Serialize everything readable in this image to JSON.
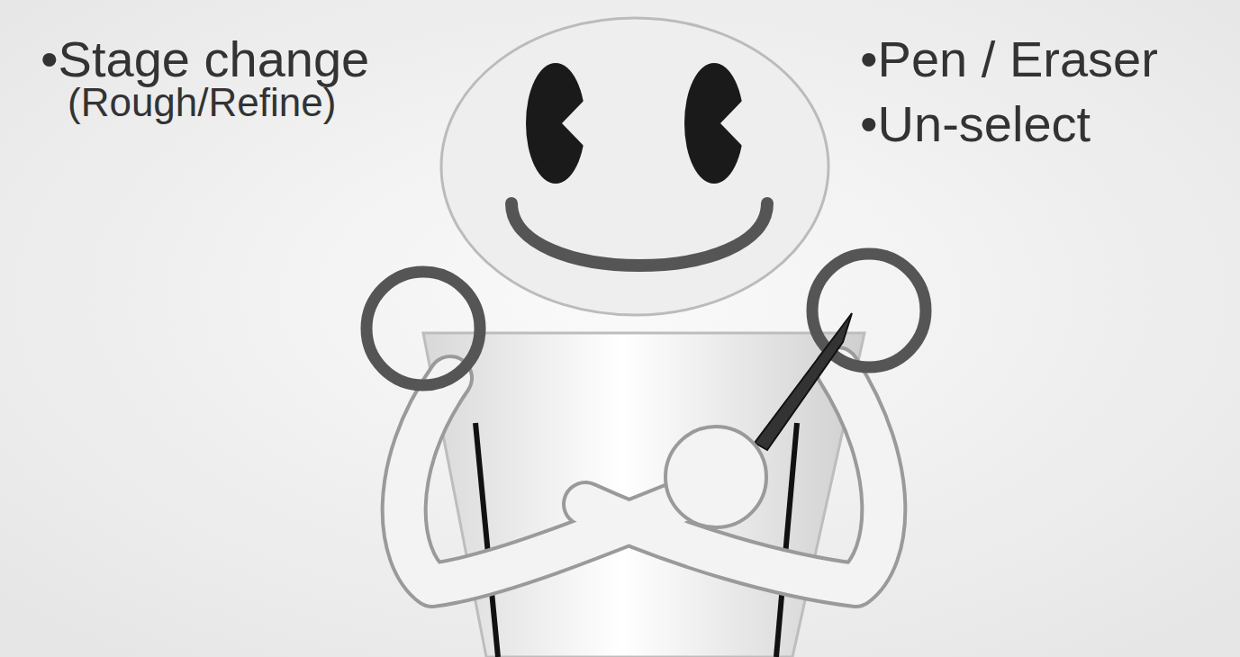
{
  "diagram": {
    "labels": [
      "•Stage change",
      "(Rough/Refine)",
      "•Pen / Eraser",
      "•Un-select"
    ]
  }
}
